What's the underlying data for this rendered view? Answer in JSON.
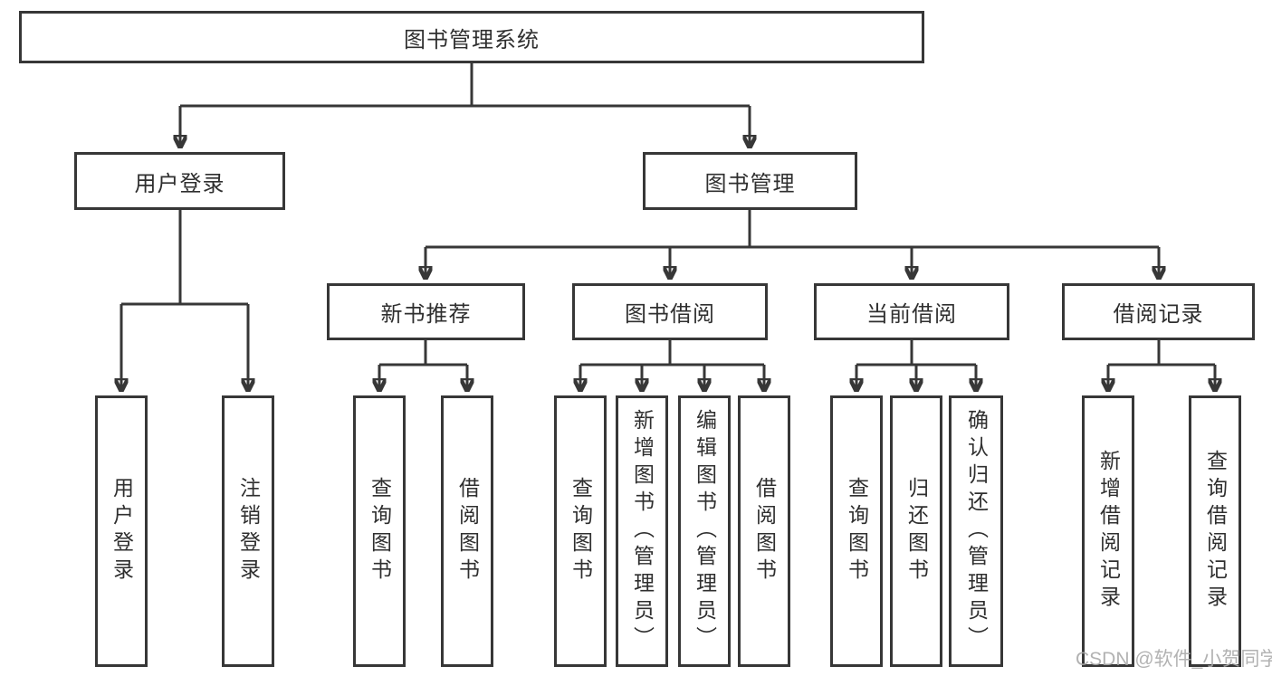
{
  "tree": {
    "root": {
      "label": "图书管理系统"
    },
    "branches": [
      {
        "label": "用户登录",
        "children": [
          {
            "label": "用户登录"
          },
          {
            "label": "注销登录"
          }
        ]
      },
      {
        "label": "图书管理",
        "children": [
          {
            "label": "新书推荐",
            "children": [
              {
                "label": "查询图书"
              },
              {
                "label": "借阅图书"
              }
            ]
          },
          {
            "label": "图书借阅",
            "children": [
              {
                "label": "查询图书"
              },
              {
                "label": "新增图书（管理员）"
              },
              {
                "label": "编辑图书（管理员）"
              },
              {
                "label": "借阅图书"
              }
            ]
          },
          {
            "label": "当前借阅",
            "children": [
              {
                "label": "查询图书"
              },
              {
                "label": "归还图书"
              },
              {
                "label": "确认归还（管理员）"
              }
            ]
          },
          {
            "label": "借阅记录",
            "children": [
              {
                "label": "新增借阅记录"
              },
              {
                "label": "查询借阅记录"
              }
            ]
          }
        ]
      }
    ]
  },
  "watermark": {
    "text": "CSDN @软件_小贺同学"
  },
  "colors": {
    "line": "#373737",
    "box_border": "#373737",
    "text": "#2f2f2f",
    "background": "#ffffff",
    "watermark": "#aaaaaa"
  }
}
